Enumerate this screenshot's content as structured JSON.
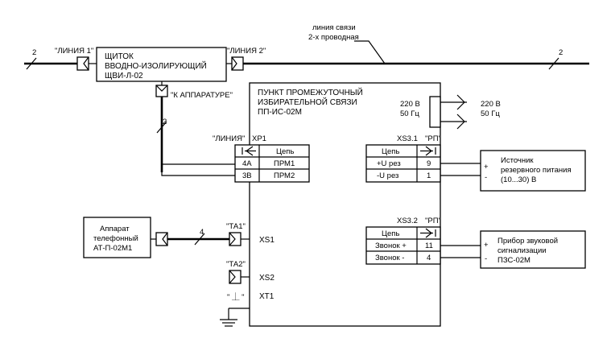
{
  "line_top": {
    "label_line1": "\"ЛИНИЯ 1\"",
    "label_line2": "\"ЛИНИЯ 2\"",
    "comm_line_1": "линия связи",
    "comm_line_2": "2-х проводная",
    "wire_count_left": "2",
    "wire_count_right": "2"
  },
  "shield": {
    "line1": "ЩИТОК",
    "line2": "ВВОДНО-ИЗОЛИРУЮЩИЙ",
    "line3": "ЩВИ-Л-02",
    "to_equipment": "\"К АППАРАТУРЕ\"",
    "wire_count_down": "2"
  },
  "station": {
    "line1": "ПУНКТ ПРОМЕЖУТОЧНЫЙ",
    "line2": "ИЗБИРАТЕЛЬНОЙ СВЯЗИ",
    "line3": "ПП-ИС-02М",
    "power_in_1": "220 В",
    "power_in_2": "50 Гц",
    "power_out_1": "220 В",
    "power_out_2": "50 Гц"
  },
  "xp1": {
    "name": "\"ЛИНИЯ\"",
    "ref": "ХР1",
    "header": "Цепь",
    "rows": [
      {
        "pin": "4А",
        "circuit": "ПРМ1"
      },
      {
        "pin": "3В",
        "circuit": "ПРМ2"
      }
    ]
  },
  "xs31": {
    "ref": "XS3.1",
    "name": "\"РП\"",
    "header": "Цепь",
    "rows": [
      {
        "circuit": "+U рез",
        "pin": "9"
      },
      {
        "circuit": "-U рез",
        "pin": "1"
      }
    ]
  },
  "xs32": {
    "ref": "XS3.2",
    "name": "\"РП\"",
    "header": "Цепь",
    "rows": [
      {
        "circuit": "Звонок +",
        "pin": "11"
      },
      {
        "circuit": "Звонок -",
        "pin": "4"
      }
    ]
  },
  "reserve_power": {
    "line1": "Источник",
    "line2": "резервного питания",
    "line3": "(10...30) В",
    "plus": "+",
    "minus": "-"
  },
  "sound_alarm": {
    "line1": "Прибор звуковой",
    "line2": "сигнализации",
    "line3": "ПЗС-02М",
    "plus": "+",
    "minus": "-"
  },
  "telephone": {
    "line1": "Аппарат",
    "line2": "телефонный",
    "line3": "АТ-П-02М1",
    "wire_count": "4"
  },
  "connectors": {
    "ta1_label": "\"ТА1\"",
    "xs1": "XS1",
    "ta2_label": "\"ТА2\"",
    "xs2": "XS2",
    "ground_label": "\" ⏊ \"",
    "xt1": "XT1"
  }
}
